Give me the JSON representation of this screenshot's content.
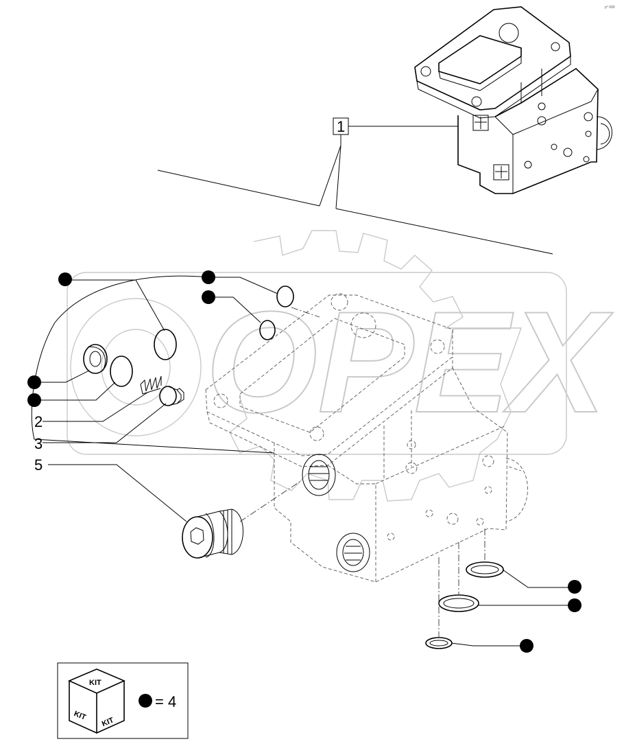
{
  "corner_mark": "p° 000",
  "callouts": {
    "ref_1": "1",
    "ref_2": "2",
    "ref_3": "3",
    "ref_5": "5"
  },
  "watermark": "OPEX",
  "legend": {
    "kit_top": "KIT",
    "kit_left": "KIT",
    "kit_right": "KIT",
    "equals_text": "= 4"
  }
}
